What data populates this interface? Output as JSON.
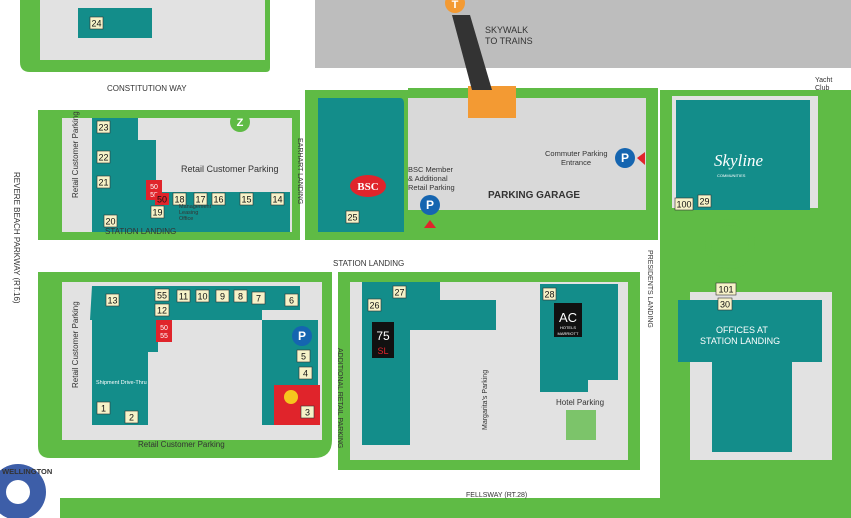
{
  "labels": {
    "skywalk": [
      "SKYWALK",
      "TO TRAINS"
    ],
    "constitution_way": "CONSTITUTION WAY",
    "yacht_club": [
      "Yacht",
      "Club"
    ],
    "earhart_landing": "EARHART LANDING",
    "retail_parking_top": "Retail Customer Parking",
    "retail_parking_left_top": "Retail Customer Parking",
    "retail_parking_left_bottom": "Retail Customer Parking",
    "retail_parking_bottom": "Retail Customer Parking",
    "revere_beach": "REVERE BEACH PARKWAY (RT.16)",
    "station_landing_left": "STATION LANDING",
    "station_landing_mid": "STATION LANDING",
    "bsc_member": [
      "BSC Member",
      "& Additional",
      "Retail Parking"
    ],
    "commuter_parking": [
      "Commuter Parking",
      "Entrance"
    ],
    "parking_garage": "PARKING GARAGE",
    "presidents_landing": "PRESIDENTS LANDING",
    "offices": [
      "OFFICES AT",
      "STATION LANDING"
    ],
    "additional_retail_parking": "ADDITIONAL RETAIL PARKING",
    "margaritas_parking": "Margarita's Parking",
    "hotel_parking": "Hotel Parking",
    "fellsway": "FELLSWAY (RT.28)",
    "wellington": "WELLINGTON",
    "management": [
      "Management",
      "Leasing",
      "Office"
    ],
    "shipment": "Shipment Drive-Thru",
    "bsc_logo": "BSC",
    "skyline_logo": "Skyline",
    "skyline_sub": "COMMUNITIES",
    "seventyfive": "75",
    "sl": "SL",
    "ac_logo": "AC",
    "ac_sub": "HOTELS",
    "marriott": "MARRIOTT",
    "parking_symbol": "P",
    "t_symbol": "T",
    "zipcar_symbol": "Z",
    "fifty_five_mark": [
      "50",
      "55"
    ]
  },
  "unit_numbers": {
    "u24": "24",
    "u23": "23",
    "u22": "22",
    "u21": "21",
    "u20": "20",
    "u19": "19",
    "u50": "50",
    "u18": "18",
    "u17": "17",
    "u16": "16",
    "u15": "15",
    "u14": "14",
    "u25": "25",
    "u55": "55",
    "u13": "13",
    "u12": "12",
    "u11": "11",
    "u10": "10",
    "u9": "9",
    "u8": "8",
    "u7": "7",
    "u6": "6",
    "u5": "5",
    "u4": "4",
    "u3": "3",
    "u2": "2",
    "u1": "1",
    "u26": "26",
    "u27": "27",
    "u28": "28",
    "u100": "100",
    "u29": "29",
    "u101": "101",
    "u30": "30"
  },
  "colors": {
    "building": "#138d8a",
    "green": "#5fbb45",
    "lot": "#e2e2e2",
    "garage": "#d9d9d9",
    "skywalk_orange": "#f39a33",
    "accent_red": "#e0242b",
    "parking_blue": "#1565b0"
  }
}
